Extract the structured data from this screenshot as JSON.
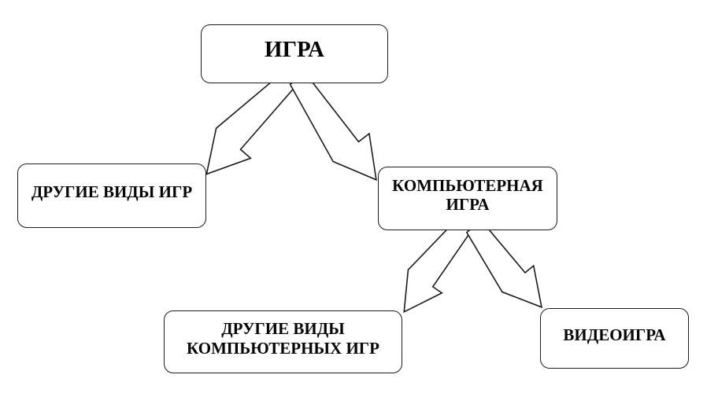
{
  "diagram": {
    "language": "ru",
    "colors": {
      "background": "#ffffff",
      "line": "#1b1b1b",
      "node_fill": "#ffffff",
      "text": "#050505"
    },
    "nodes": {
      "game": {
        "label": "ИГРА"
      },
      "other_games": {
        "label": "ДРУГИЕ ВИДЫ ИГР"
      },
      "computer_game": {
        "line1": "КОМПЬЮТЕРНАЯ",
        "line2": "ИГРА"
      },
      "other_computer_games": {
        "line1": "ДРУГИЕ ВИДЫ",
        "line2": "КОМПЬЮТЕРНЫХ ИГР"
      },
      "video_game": {
        "label": "ВИДЕОИГРА"
      }
    },
    "edges": [
      {
        "from": "game",
        "to": "other_games",
        "style": "hollow-block-arrow"
      },
      {
        "from": "game",
        "to": "computer_game",
        "style": "hollow-block-arrow"
      },
      {
        "from": "computer_game",
        "to": "other_computer_games",
        "style": "hollow-block-arrow"
      },
      {
        "from": "computer_game",
        "to": "video_game",
        "style": "hollow-block-arrow"
      }
    ]
  }
}
